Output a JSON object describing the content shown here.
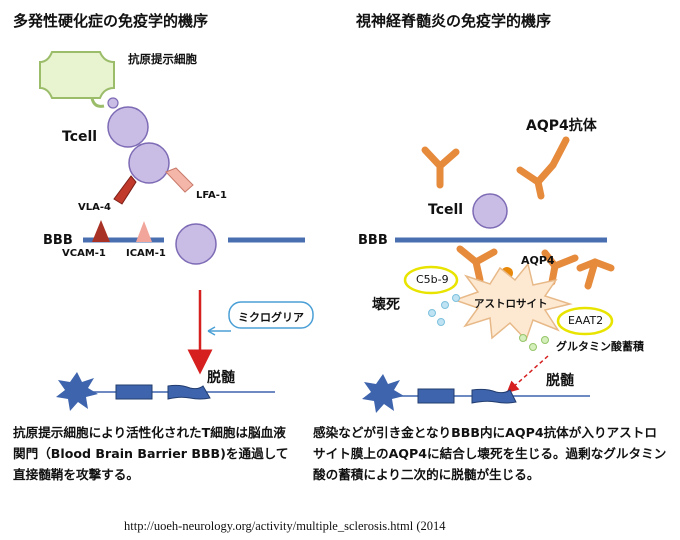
{
  "left": {
    "title": "多発性硬化症の免疫学的機序",
    "apc_label": "抗原提示細胞",
    "tcell_label": "Tcell",
    "vla4_label": "VLA-4",
    "lfa1_label": "LFA-1",
    "bbb_label": "BBB",
    "vcam1_label": "VCAM-1",
    "icam1_label": "ICAM-1",
    "microglia_label": "ミクログリア",
    "demyelination_label": "脱髄",
    "caption": "抗原提示細胞により活性化されたT細胞は脳血液関門（Blood Brain Barrier BBB)を通過して直接髄鞘を攻撃する。"
  },
  "right": {
    "title": "視神経脊髄炎の免疫学的機序",
    "antibody_label": "AQP4抗体",
    "tcell_label": "Tcell",
    "bbb_label": "BBB",
    "aqp4_label": "AQP4",
    "c5b9_label": "C5b-9",
    "necrosis_label": "壊死",
    "astrocyte_label": "アストロサイト",
    "eaat2_label": "EAAT2",
    "glutamate_label": "グルタミン酸蓄積",
    "demyelination_label": "脱髄",
    "caption": "感染などが引き金となりBBB内にAQP4抗体が入りアストロサイト膜上のAQP4に結合し壊死を生じる。過剰なグルタミン酸の蓄積により二次的に脱髄が生じる。"
  },
  "source": "http://uoeh-neurology.org/activity/multiple_sclerosis.html (2014",
  "colors": {
    "membrane": "#4a6fb0",
    "cell_fill": "#c9bde6",
    "cell_stroke": "#7e6bb5",
    "apc_fill": "#e8f3cf",
    "apc_stroke": "#9bbd6a",
    "vla4": "#c0392b",
    "lfa1": "#f4b6a8",
    "vcam1": "#a93226",
    "icam1": "#f2a59a",
    "antibody": "#e68a3c",
    "neuron": "#3e64ad",
    "red_arrow": "#d62020",
    "oval_yellow": "#e8e400",
    "callout": "#4a9fd6"
  }
}
